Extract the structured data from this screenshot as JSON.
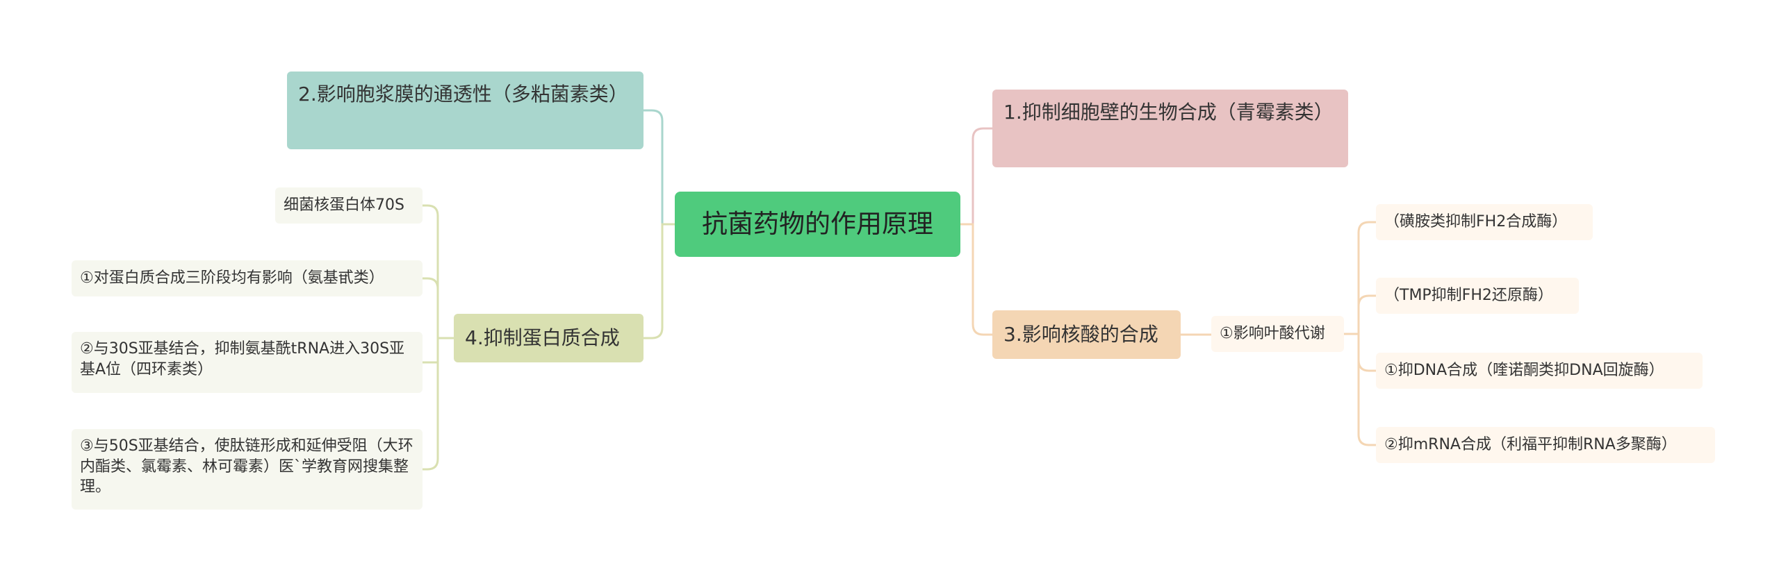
{
  "root": "抗菌药物的作用原理",
  "branches": {
    "b1": "1.抑制细胞壁的生物合成（青霉素类）",
    "b2": "2.影响胞浆膜的通透性（多粘菌素类）",
    "b3": "3.影响核酸的合成",
    "b4": "4.抑制蛋白质合成"
  },
  "b3_children": {
    "folic": "①影响叶酸代谢",
    "c1": "（磺胺类抑制FH2合成酶）",
    "c2": "（TMP抑制FH2还原酶）",
    "c3": "①抑DNA合成（喹诺酮类抑DNA回旋酶）",
    "c4": "②抑mRNA合成（利福平抑制RNA多聚酶）"
  },
  "b4_children": {
    "ribosome": "细菌核蛋白体70S",
    "a1": "①对蛋白质合成三阶段均有影响（氨基甙类）",
    "a2": "②与30S亚基结合，抑制氨基酰tRNA进入30S亚基A位（四环素类）",
    "a3": "③与50S亚基结合，使肽链形成和延伸受阻（大环内酯类、氯霉素、林可霉素）医`学教育网搜集整理。"
  },
  "colors": {
    "root": "#4fcb7d",
    "b1": "#e8c3c3",
    "b2": "#a9d6cd",
    "b3": "#f4d6b4",
    "b4": "#d9e0b1",
    "leaf_left": "#f6f7ef",
    "leaf_right": "#fff7ee"
  }
}
